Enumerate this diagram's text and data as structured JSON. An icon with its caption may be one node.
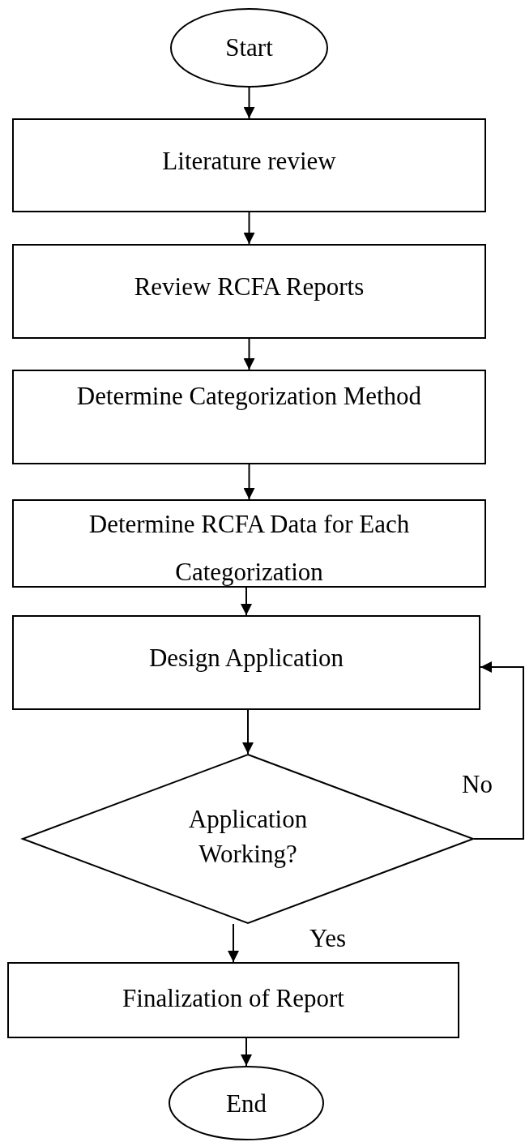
{
  "diagram": {
    "nodes": [
      {
        "text": [
          "Start"
        ]
      },
      {
        "text": [
          "Literature review"
        ]
      },
      {
        "text": [
          "Review RCFA Reports"
        ]
      },
      {
        "text": [
          "Determine Categorization Method"
        ]
      },
      {
        "text": [
          "Determine RCFA Data for Each Categorization"
        ]
      },
      {
        "text": [
          "Design Application"
        ]
      },
      {
        "text": [
          "Application Working?"
        ]
      },
      {
        "text": [
          "Finalization of Report"
        ]
      },
      {
        "text": [
          "End"
        ]
      }
    ],
    "edges": [
      {
        "from": 0,
        "to": 1,
        "arrow": "to"
      },
      {
        "from": 1,
        "to": 2,
        "arrow": "to"
      },
      {
        "from": 2,
        "to": 3,
        "arrow": "to"
      },
      {
        "from": 3,
        "to": 4,
        "arrow": "to"
      },
      {
        "from": 4,
        "to": 5,
        "arrow": "to"
      },
      {
        "from": 5,
        "to": 6,
        "arrow": "to"
      },
      {
        "from": 6,
        "to": 7,
        "arrow": "to",
        "label": "Yes"
      },
      {
        "from": 7,
        "to": 8,
        "arrow": "to"
      },
      {
        "from": 6,
        "to": 5,
        "arrow": "to",
        "label": "No"
      }
    ]
  }
}
